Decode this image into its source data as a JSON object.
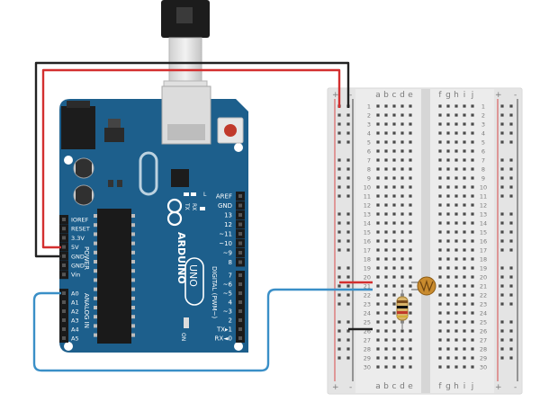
{
  "arduino": {
    "brand": "ARDUINO",
    "model": "UNO",
    "power_header_title": "POWER",
    "analog_header_title": "ANALOG IN",
    "digital_header_title": "DIGITAL (PWM~)",
    "power_pins": [
      "IOREF",
      "RESET",
      "3.3V",
      "5V",
      "GND",
      "GND",
      "Vin"
    ],
    "analog_pins": [
      "A0",
      "A1",
      "A2",
      "A3",
      "A4",
      "A5"
    ],
    "digital_upper_pins": [
      "AREF",
      "GND",
      "13",
      "12",
      "~11",
      "~10",
      "~9",
      "8"
    ],
    "digital_lower_pins": [
      "7",
      "~6",
      "~5",
      "4",
      "~3",
      "2",
      "TX▸1",
      "RX◄0"
    ],
    "label_L": "L",
    "label_TX": "TX",
    "label_RX": "RX",
    "label_ON": "ON"
  },
  "breadboard": {
    "columns_left": [
      "a",
      "b",
      "c",
      "d",
      "e"
    ],
    "columns_right": [
      "f",
      "g",
      "h",
      "i",
      "j"
    ],
    "row_count": 30,
    "rail_plus": "+",
    "rail_minus": "-"
  },
  "wire_colors": {
    "power_5v": "#d32f2f",
    "ground": "#222222",
    "signal_a0": "#3a8fc7",
    "jumper_red": "#d32f2f",
    "jumper_black": "#222222"
  },
  "board_color": "#1d5f8c"
}
